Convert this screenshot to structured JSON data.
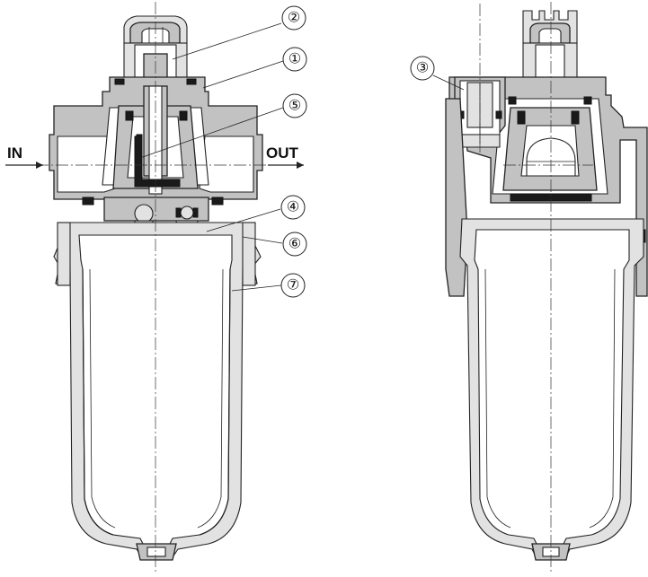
{
  "labels": {
    "inlet": "IN",
    "outlet": "OUT"
  },
  "callouts": [
    {
      "number": "②",
      "part": 2
    },
    {
      "number": "①",
      "part": 1
    },
    {
      "number": "⑤",
      "part": 5
    },
    {
      "number": "④",
      "part": 4
    },
    {
      "number": "⑥",
      "part": 6
    },
    {
      "number": "⑦",
      "part": 7
    },
    {
      "number": "③",
      "part": 3
    }
  ],
  "colors": {
    "housing": "#c2c2c2",
    "bowl": "#e2e2e2",
    "seal": "#1a1a1a",
    "line": "#222222"
  }
}
